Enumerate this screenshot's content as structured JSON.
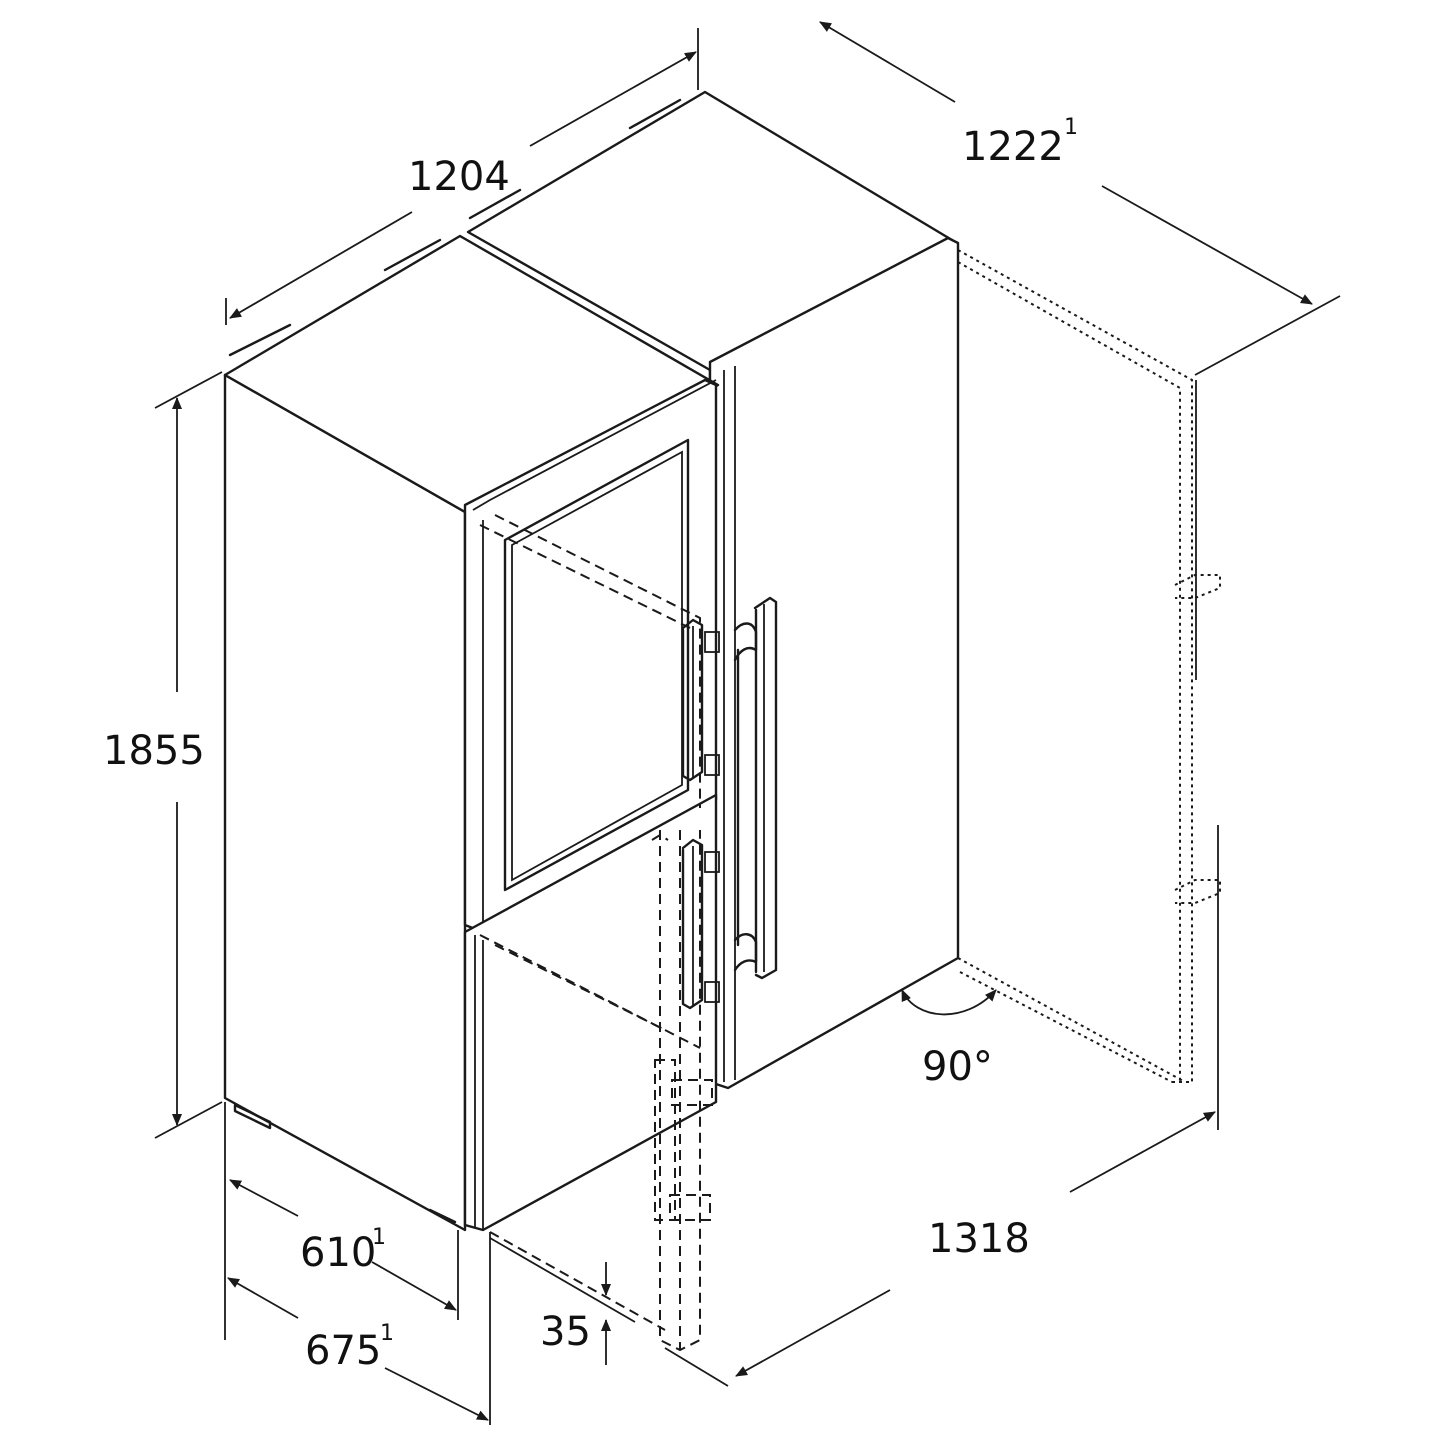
{
  "dimensions": {
    "depth_top": {
      "value": "1204"
    },
    "width_top": {
      "value": "1222",
      "note": "1"
    },
    "height": {
      "value": "1855"
    },
    "depth_610": {
      "value": "610",
      "note": "1"
    },
    "depth_675": {
      "value": "675",
      "note": "1"
    },
    "gap": {
      "value": "35"
    },
    "open_width": {
      "value": "1318"
    },
    "angle": {
      "value": "90°"
    }
  }
}
